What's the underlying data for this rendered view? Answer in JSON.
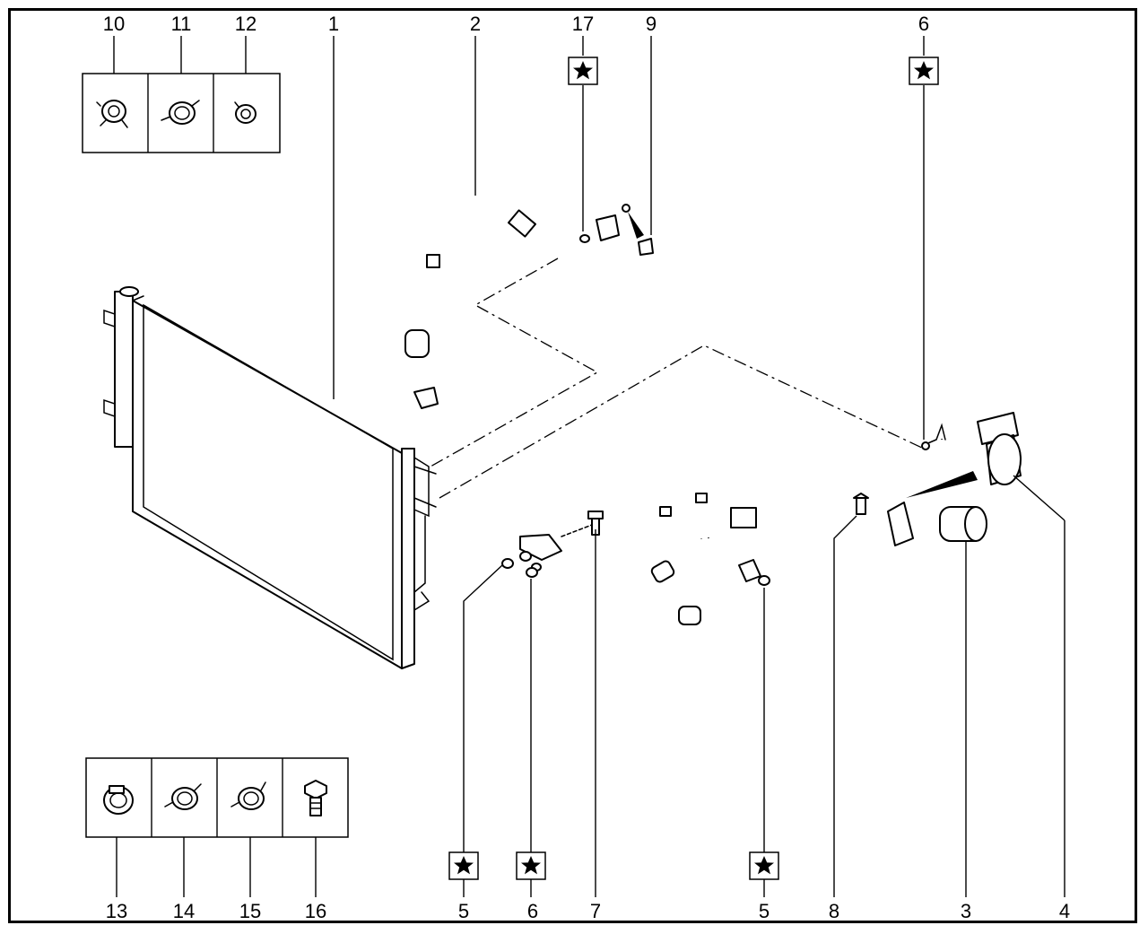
{
  "callouts": {
    "c10": "10",
    "c11": "11",
    "c12": "12",
    "c1": "1",
    "c2": "2",
    "c17": "17",
    "c9": "9",
    "c6_top": "6",
    "c13": "13",
    "c14": "14",
    "c15": "15",
    "c16": "16",
    "c5_left": "5",
    "c6_bottom": "6",
    "c7": "7",
    "c5_right": "5",
    "c8": "8",
    "c3": "3",
    "c4": "4"
  },
  "symbols": {
    "replace_marker": "star-icon"
  }
}
